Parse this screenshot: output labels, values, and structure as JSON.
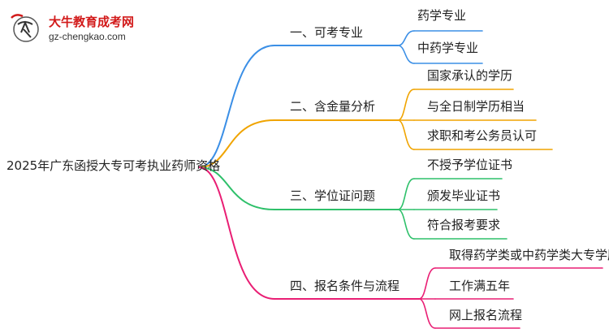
{
  "logo": {
    "name": "大牛教育成考网",
    "url": "gz-chengkao.com"
  },
  "mindmap": {
    "root": "2025年广东函授大专可考执业药师资格",
    "branches": [
      {
        "label": "一、可考专业",
        "color": "#3b8fe6",
        "leaves": [
          "药学专业",
          "中药学专业"
        ]
      },
      {
        "label": "二、含金量分析",
        "color": "#f0a400",
        "leaves": [
          "国家承认的学历",
          "与全日制学历相当",
          "求职和考公务员认可"
        ]
      },
      {
        "label": "三、学位证问题",
        "color": "#2ec06a",
        "leaves": [
          "不授予学位证书",
          "颁发毕业证书",
          "符合报考要求"
        ]
      },
      {
        "label": "四、报名条件与流程",
        "color": "#e91e74",
        "leaves": [
          "取得药学类或中药学类大专学历",
          "工作满五年",
          "网上报名流程"
        ]
      }
    ]
  }
}
